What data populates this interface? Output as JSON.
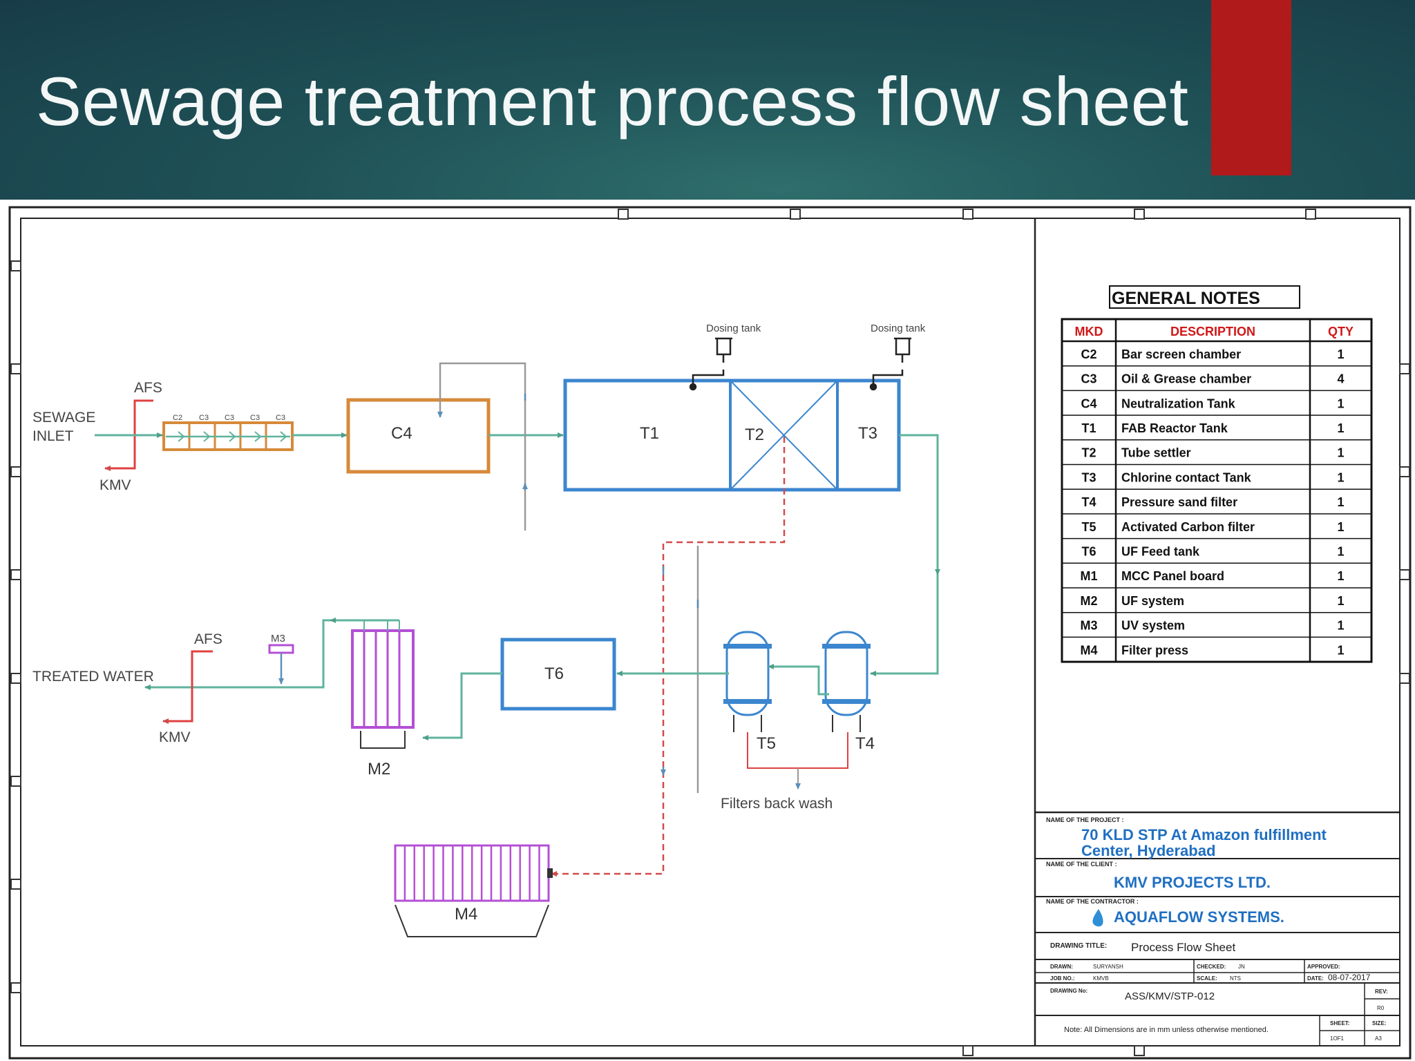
{
  "slide": {
    "title": "Sewage treatment process flow sheet"
  },
  "colors": {
    "header_dark": "#173c48",
    "header_light": "#2f6e6c",
    "accent_red": "#b01a1a",
    "pipe_green": "#5fb39c",
    "tank_blue": "#3b86cf",
    "chamber_orange": "#d68a3a",
    "membrane_purple": "#b44fd6",
    "air_red": "#e04040",
    "sludge_dashed_red": "#d24a4a"
  },
  "diagram": {
    "inlet": "SEWAGE INLET",
    "inlet_line1": "SEWAGE",
    "inlet_line2": "INLET",
    "afs": "AFS",
    "kmv": "KMV",
    "chamber_labels": [
      "C2",
      "C3",
      "C3",
      "C3",
      "C3"
    ],
    "c4": "C4",
    "t1": "T1",
    "t2": "T2",
    "t3": "T3",
    "t4": "T4",
    "t5": "T5",
    "t6": "T6",
    "m2": "M2",
    "m3": "M3",
    "m4": "M4",
    "dosing_tank": "Dosing tank",
    "treated_water": "TREATED WATER",
    "filters_back_wash": "Filters back wash"
  },
  "notes": {
    "heading": "GENERAL NOTES",
    "columns": [
      "MKD",
      "DESCRIPTION",
      "QTY"
    ],
    "rows": [
      {
        "mkd": "C2",
        "desc": "Bar screen chamber",
        "qty": "1"
      },
      {
        "mkd": "C3",
        "desc": "Oil & Grease chamber",
        "qty": "4"
      },
      {
        "mkd": "C4",
        "desc": "Neutralization Tank",
        "qty": "1"
      },
      {
        "mkd": "T1",
        "desc": "FAB Reactor Tank",
        "qty": "1"
      },
      {
        "mkd": "T2",
        "desc": "Tube settler",
        "qty": "1"
      },
      {
        "mkd": "T3",
        "desc": "Chlorine contact Tank",
        "qty": "1"
      },
      {
        "mkd": "T4",
        "desc": "Pressure sand filter",
        "qty": "1"
      },
      {
        "mkd": "T5",
        "desc": "Activated Carbon filter",
        "qty": "1"
      },
      {
        "mkd": "T6",
        "desc": "UF Feed tank",
        "qty": "1"
      },
      {
        "mkd": "M1",
        "desc": "MCC Panel board",
        "qty": "1"
      },
      {
        "mkd": "M2",
        "desc": "UF system",
        "qty": "1"
      },
      {
        "mkd": "M3",
        "desc": "UV system",
        "qty": "1"
      },
      {
        "mkd": "M4",
        "desc": "Filter press",
        "qty": "1"
      }
    ]
  },
  "title_block": {
    "project_caption": "NAME OF THE PROJECT :",
    "project_line1": "70 KLD STP At Amazon fulfillment",
    "project_line2": "Center, Hyderabad",
    "client_caption": "NAME OF THE CLIENT :",
    "client": "KMV PROJECTS LTD.",
    "contractor_caption": "NAME OF THE CONTRACTOR :",
    "contractor": "AQUAFLOW SYSTEMS.",
    "drawing_title_caption": "DRAWING TITLE:",
    "drawing_title": "Process Flow Sheet",
    "drawn_caption": "DRAWN:",
    "drawn_value": "SURYANSH",
    "checked_caption": "CHECKED:",
    "checked_value": "JN",
    "approved_caption": "APPROVED:",
    "approved_value": "",
    "job_caption": "JOB NO.:",
    "job_value": "KMVB",
    "scale_caption": "SCALE:",
    "scale_value": "NTS",
    "date_caption": "DATE:",
    "date_value": "08-07-2017",
    "drawing_no_caption": "DRAWING No:",
    "drawing_no": "ASS/KMV/STP-012",
    "rev_caption": "REV:",
    "rev_value": "R0",
    "sheet_caption": "SHEET:",
    "size_caption": "SIZE:",
    "sheet_value": "1OF1",
    "size_value": "A3",
    "note": "Note: All Dimensions are in mm unless otherwise mentioned."
  }
}
